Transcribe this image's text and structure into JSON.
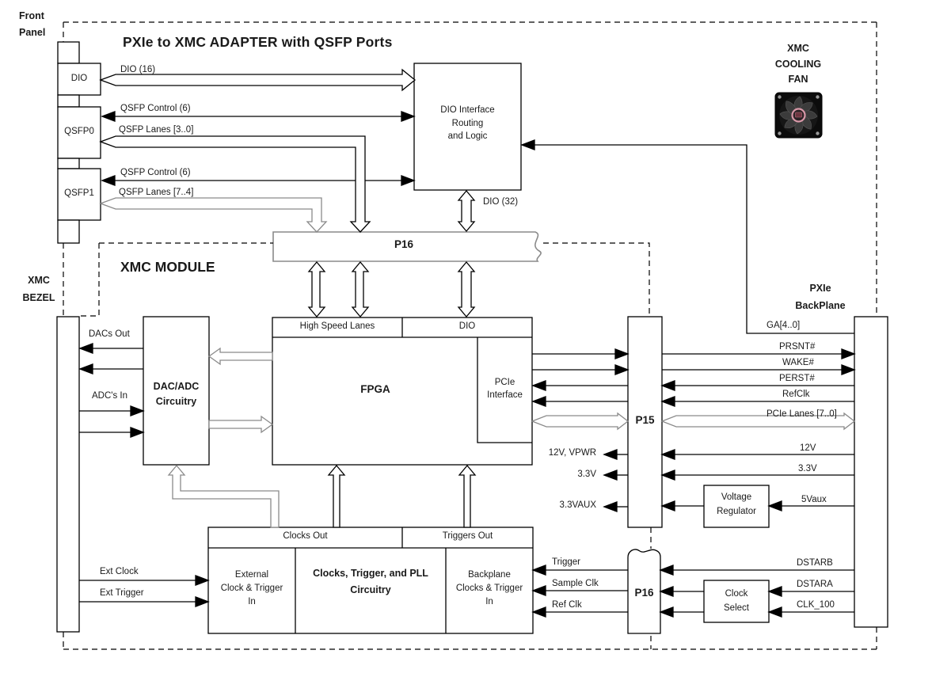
{
  "colors": {
    "line_black": "#000000",
    "wire_gray": "#8a8a8a",
    "background": "#ffffff",
    "fan_frame": "#0c0c0c",
    "fan_hub_ring": "#d898a8"
  },
  "titles": {
    "main": "PXIe to XMC ADAPTER with QSFP Ports",
    "module": "XMC MODULE"
  },
  "region_labels": {
    "front_panel": [
      "Front",
      "Panel"
    ],
    "xmc_bezel": [
      "XMC",
      "BEZEL"
    ],
    "pxie_backplane": [
      "PXIe",
      "BackPlane"
    ],
    "cooling_fan": [
      "XMC",
      "COOLING",
      "FAN"
    ]
  },
  "front_panel_ports": [
    {
      "label": "DIO"
    },
    {
      "label": "QSFP0"
    },
    {
      "label": "QSFP1"
    }
  ],
  "adapter_signals": {
    "dio16": "DIO (16)",
    "qsfp0_control": "QSFP Control (6)",
    "qsfp0_lanes": "QSFP Lanes [3..0]",
    "qsfp1_control": "QSFP Control (6)",
    "qsfp1_lanes": "QSFP Lanes [7..4]",
    "dio32": "DIO (32)"
  },
  "blocks": {
    "dio_interface": {
      "lines": [
        "DIO Interface",
        "Routing",
        "and Logic"
      ]
    },
    "p16_top": {
      "label": "P16"
    },
    "p15": {
      "label": "P15"
    },
    "p16_bottom": {
      "label": "P16"
    },
    "fpga": {
      "label": "FPGA",
      "header_left": "High Speed Lanes",
      "header_right": "DIO",
      "pcie": [
        "PCIe",
        "Interface"
      ]
    },
    "dac_adc": {
      "lines": [
        "DAC/ADC",
        "Circuitry"
      ]
    },
    "voltage_regulator": {
      "lines": [
        "Voltage",
        "Regulator"
      ]
    },
    "clock_select": {
      "lines": [
        "Clock",
        "Select"
      ]
    },
    "clocks": {
      "header_left": "Clocks Out",
      "header_right": "Triggers Out",
      "external": [
        "External",
        "Clock & Trigger",
        "In"
      ],
      "pll": [
        "Clocks, Trigger, and PLL",
        "Circuitry"
      ],
      "backplane": [
        "Backplane",
        "Clocks & Trigger",
        "In"
      ]
    }
  },
  "bezel_signals": {
    "dacs_out": "DACs Out",
    "adcs_in": "ADC's In",
    "ext_clock": "Ext Clock",
    "ext_trigger": "Ext Trigger"
  },
  "power_out": {
    "v12_vpwr": "12V, VPWR",
    "v3_3": "3.3V",
    "v3_3aux": "3.3VAUX"
  },
  "backplane_signals": {
    "ga": "GA[4..0]",
    "prsnt": "PRSNT#",
    "wake": "WAKE#",
    "perst": "PERST#",
    "refclk": "RefClk",
    "pcie_lanes": "PCIe Lanes [7..0]",
    "v12": "12V",
    "v3_3": "3.3V",
    "v5aux": "5Vaux",
    "dstarb": "DSTARB",
    "dstara": "DSTARA",
    "clk_100": "CLK_100"
  },
  "p16_clock_signals": {
    "trigger": "Trigger",
    "sample_clk": "Sample Clk",
    "ref_clk": "Ref Clk"
  }
}
